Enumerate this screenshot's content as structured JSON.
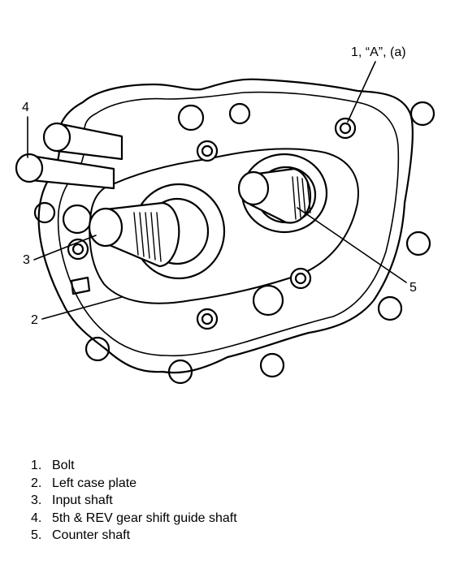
{
  "callouts": {
    "c1": "1, “A”, (a)",
    "c2": "2",
    "c3": "3",
    "c4": "4",
    "c5": "5"
  },
  "legend": [
    {
      "num": "1.",
      "text": "Bolt"
    },
    {
      "num": "2.",
      "text": "Left case plate"
    },
    {
      "num": "3.",
      "text": "Input shaft"
    },
    {
      "num": "4.",
      "text": "5th & REV gear shift guide shaft"
    },
    {
      "num": "5.",
      "text": "Counter shaft"
    }
  ]
}
